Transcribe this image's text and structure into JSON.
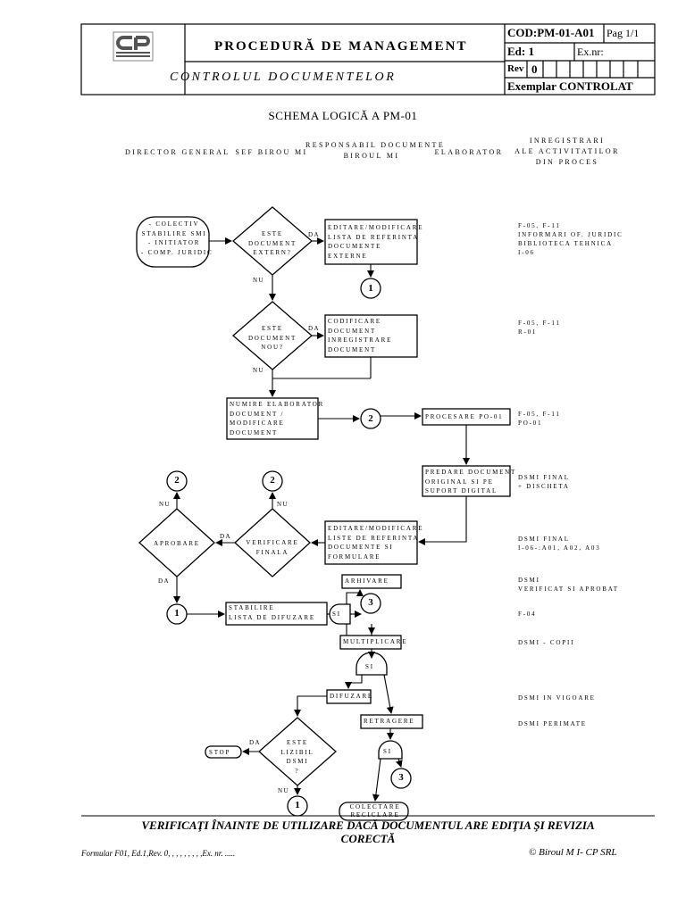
{
  "header": {
    "proc_title": "PROCEDURĂ DE MANAGEMENT",
    "proc_subtitle": "CONTROLUL DOCUMENTELOR",
    "code": "COD:PM-01-A01",
    "page": "Pag  1/1",
    "edition": "Ed: 1",
    "ex_nr": "Ex.nr:",
    "rev_label": "Rev",
    "rev_value": "0",
    "exemplar": "Exemplar CONTROLAT"
  },
  "title": "SCHEMA LOGICĂ A PM-01",
  "lanes": {
    "director": "DIRECTOR GENERAL",
    "sef": "SEF BIROU MI",
    "responsabil": "RESPONSABIL DOCUMENTE\nBIROUL MI",
    "elaborator": "ELABORATOR",
    "inregistrari": "INREGISTRARI\nALE ACTIVITATILOR\nDIN PROCES"
  },
  "nodes": {
    "start": "- COLECTIV\nSTABILIRE SMI\n- INITIATOR\n- COMP. JURIDIC",
    "d_extern": "ESTE\nDOCUMENT\nEXTERN?",
    "b_editare1": "EDITARE/MODIFICARE\nLISTA DE REFERINTA\nDOCUMENTE\nEXTERNE",
    "d_nou": "ESTE\nDOCUMENT\nNOU?",
    "b_codificare": "CODIFICARE\nDOCUMENT\nINREGISTRARE\nDOCUMENT",
    "b_numire": "NUMIRE ELABORATOR\nDOCUMENT /\nMODIFICARE\nDOCUMENT",
    "b_procesare": "PROCESARE PO-01",
    "b_predare": "PREDARE DOCUMENT\nORIGINAL SI PE\nSUPORT DIGITAL",
    "b_editare2": "EDITARE/MODIFICARE\nLISTE DE REFERINTA\nDOCUMENTE SI\nFORMULARE",
    "d_verificare": "VERIFICARE\nFINALA",
    "d_aprobare": "APROBARE",
    "b_arhivare": "ARHIVARE",
    "b_stabilire": "STABILIRE\nLISTA DE DIFUZARE",
    "si": "SI",
    "b_multiplicare": "MULTIPLICARE",
    "b_difuzare": "DIFUZARE",
    "b_retragere": "RETRAGERE",
    "d_lizibil": "ESTE\nLIZIBIL\nDSMI\n?",
    "stop": "STOP",
    "b_colectare": "COLECTARE\nRECICLARE"
  },
  "connectors": {
    "c1": "1",
    "c2": "2",
    "c3": "3"
  },
  "edge_labels": {
    "da": "DA",
    "nu": "NU"
  },
  "notes": {
    "n1": "F-05, F-11\nINFORMARI OF. JURIDIC\nBIBLIOTECA TEHNICA\nI-06",
    "n2": "F-05, F-11\nR-01",
    "n3": "F-05, F-11\nPO-01",
    "n4": "DSMI FINAL\n+ DISCHETA",
    "n5": "DSMI FINAL\nI-06-:A01, A02, A03",
    "n6": "DSMI\nVERIFICAT SI APROBAT",
    "n7": "F-04",
    "n8": "DSMI - COPII",
    "n9": "DSMI IN VIGOARE",
    "n10": "DSMI PERIMATE"
  },
  "footer": {
    "warning": "VERIFICAŢI ÎNAINTE DE UTILIZARE DACĂ DOCUMENTUL ARE EDIŢIA ŞI REVIZIA\nCORECTĂ",
    "form": "Formular F01, Ed.1,Rev. 0,  ,  ,  ,  ,  ,  ,  ,  ,Ex. nr. .....",
    "copyright": "© Biroul M I- CP SRL"
  }
}
